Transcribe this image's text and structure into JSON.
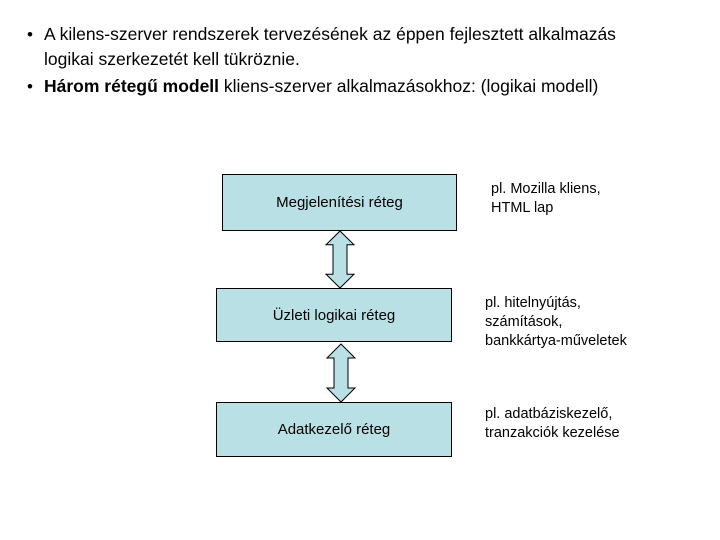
{
  "slide": {
    "bullets": [
      {
        "marker": "•",
        "lead": "",
        "rest": "A kilens-szerver rendszerek tervezésének az éppen fejlesztett alkalmazás logikai szerkezetét kell tükröznie."
      },
      {
        "marker": "•",
        "lead": "Három rétegű modell",
        "rest": " kliens-szerver alkalmazásokhoz: (logikai modell)"
      }
    ],
    "diagram": {
      "box_fill_color": "#b9e0e4",
      "box_border_color": "#000000",
      "layers": [
        {
          "name": "presentation-layer",
          "label": "Megjelenítési réteg",
          "caption": "pl. Mozilla kliens,\nHTML lap"
        },
        {
          "name": "business-logic-layer",
          "label": "Üzleti logikai réteg",
          "caption": "pl. hitelnyújtás,\nszámítások,\nbankkártya-műveletek"
        },
        {
          "name": "data-management-layer",
          "label": "Adatkezelő réteg",
          "caption": "pl. adatbáziskezelő,\ntranzakciók kezelése"
        }
      ],
      "connectors": [
        {
          "name": "double-arrow-presentation-to-business"
        },
        {
          "name": "double-arrow-business-to-data"
        }
      ]
    }
  }
}
